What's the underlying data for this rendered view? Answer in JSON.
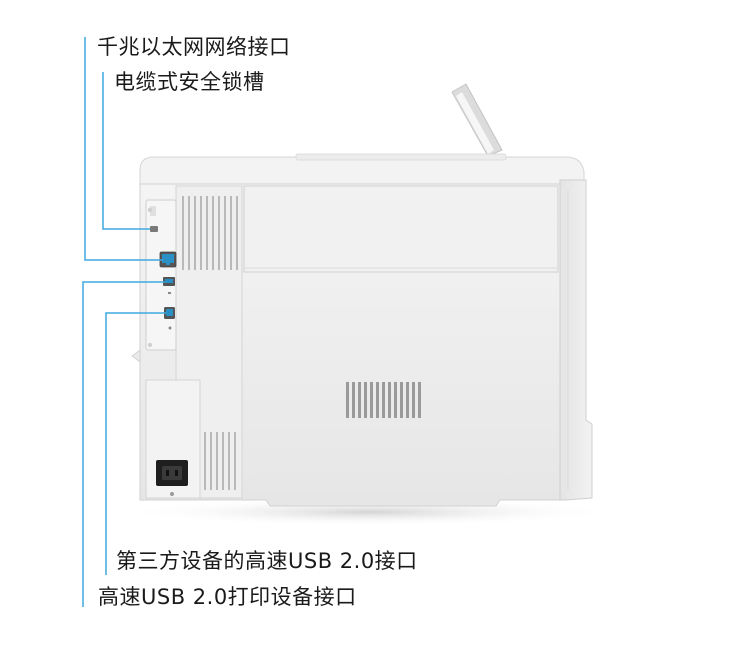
{
  "callouts": {
    "ethernet": "千兆以太网网络接口",
    "security_lock": "电缆式安全锁槽",
    "usb_host": "第三方设备的高速USB 2.0接口",
    "usb_printing": "高速USB 2.0打印设备接口"
  },
  "colors": {
    "callout_line": "#3fa9e0",
    "port_blue": "#2a8fc4",
    "printer_body": "#ededed",
    "printer_shadow": "#d2d2d2"
  },
  "icons": {
    "ethernet_port": "ethernet-port-icon",
    "usb_host_port": "usb-a-port-icon",
    "usb_device_port": "usb-b-port-icon",
    "power_socket": "power-socket-icon"
  }
}
